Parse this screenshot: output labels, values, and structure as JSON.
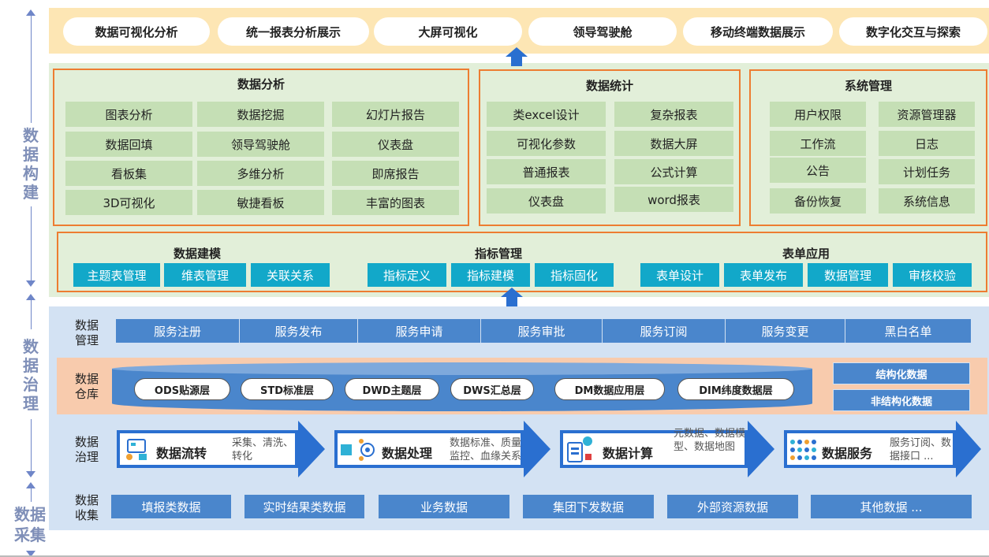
{
  "left_labels": {
    "build": "数据构建",
    "govern": "数据治理",
    "collect": "数据采集"
  },
  "top_apps": [
    "数据可视化分析",
    "统一报表分析展示",
    "大屏可视化",
    "领导驾驶舱",
    "移动终端数据展示",
    "数字化交互与探索"
  ],
  "analysis": {
    "title": "数据分析",
    "items": [
      "图表分析",
      "数据挖掘",
      "幻灯片报告",
      "数据回填",
      "领导驾驶舱",
      "仪表盘",
      "看板集",
      "多维分析",
      "即席报告",
      "3D可视化",
      "敏捷看板",
      "丰富的图表"
    ]
  },
  "statistics": {
    "title": "数据统计",
    "items": [
      "类excel设计",
      "复杂报表",
      "可视化参数",
      "数据大屏",
      "普通报表",
      "公式计算",
      "仪表盘",
      "word报表"
    ]
  },
  "system": {
    "title": "系统管理",
    "items": [
      "用户权限",
      "资源管理器",
      "工作流",
      "日志",
      "公告",
      "计划任务",
      "备份恢复",
      "系统信息"
    ]
  },
  "modeling": {
    "title": "数据建模",
    "items": [
      "主题表管理",
      "维表管理",
      "关联关系"
    ]
  },
  "indicator": {
    "title": "指标管理",
    "items": [
      "指标定义",
      "指标建模",
      "指标固化"
    ]
  },
  "form": {
    "title": "表单应用",
    "items": [
      "表单设计",
      "表单发布",
      "数据管理",
      "审核校验"
    ]
  },
  "data_mgmt": {
    "label": "数据管理",
    "items": [
      "服务注册",
      "服务发布",
      "服务申请",
      "服务审批",
      "服务订阅",
      "服务变更",
      "黑白名单"
    ]
  },
  "warehouse": {
    "label": "数据仓库",
    "layers": [
      "ODS贴源层",
      "STD标准层",
      "DWD主题层",
      "DWS汇总层",
      "DM数据应用层",
      "DIM纬度数据层"
    ],
    "side": [
      "结构化数据",
      "非结构化数据"
    ]
  },
  "governance": {
    "label": "数据治理",
    "steps": [
      {
        "title": "数据流转",
        "desc": "采集、清洗、转化",
        "icon": "data-flow-icon"
      },
      {
        "title": "数据处理",
        "desc": "数据标准、质量监控、血缘关系",
        "icon": "data-process-icon"
      },
      {
        "title": "数据计算",
        "desc": "元数据、数据模型、数据地图",
        "icon": "data-compute-icon"
      },
      {
        "title": "数据服务",
        "desc": "服务订阅、数据接口 ...",
        "icon": "data-service-icon"
      }
    ]
  },
  "collect": {
    "label": "数据收集",
    "items": [
      "填报类数据",
      "实时结果类数据",
      "业务数据",
      "集团下发数据",
      "外部资源数据",
      "其他数据 ..."
    ]
  },
  "colors": {
    "orange_border": "#ed7d31",
    "green_bg": "#e2efd9",
    "green_cell": "#c5dfb5",
    "teal_cell": "#12a8c9",
    "blue_cell": "#4a86cc",
    "blue_bg": "#d3e2f3",
    "warehouse_bg": "#f8cbad",
    "top_bg": "#fde6b4"
  }
}
